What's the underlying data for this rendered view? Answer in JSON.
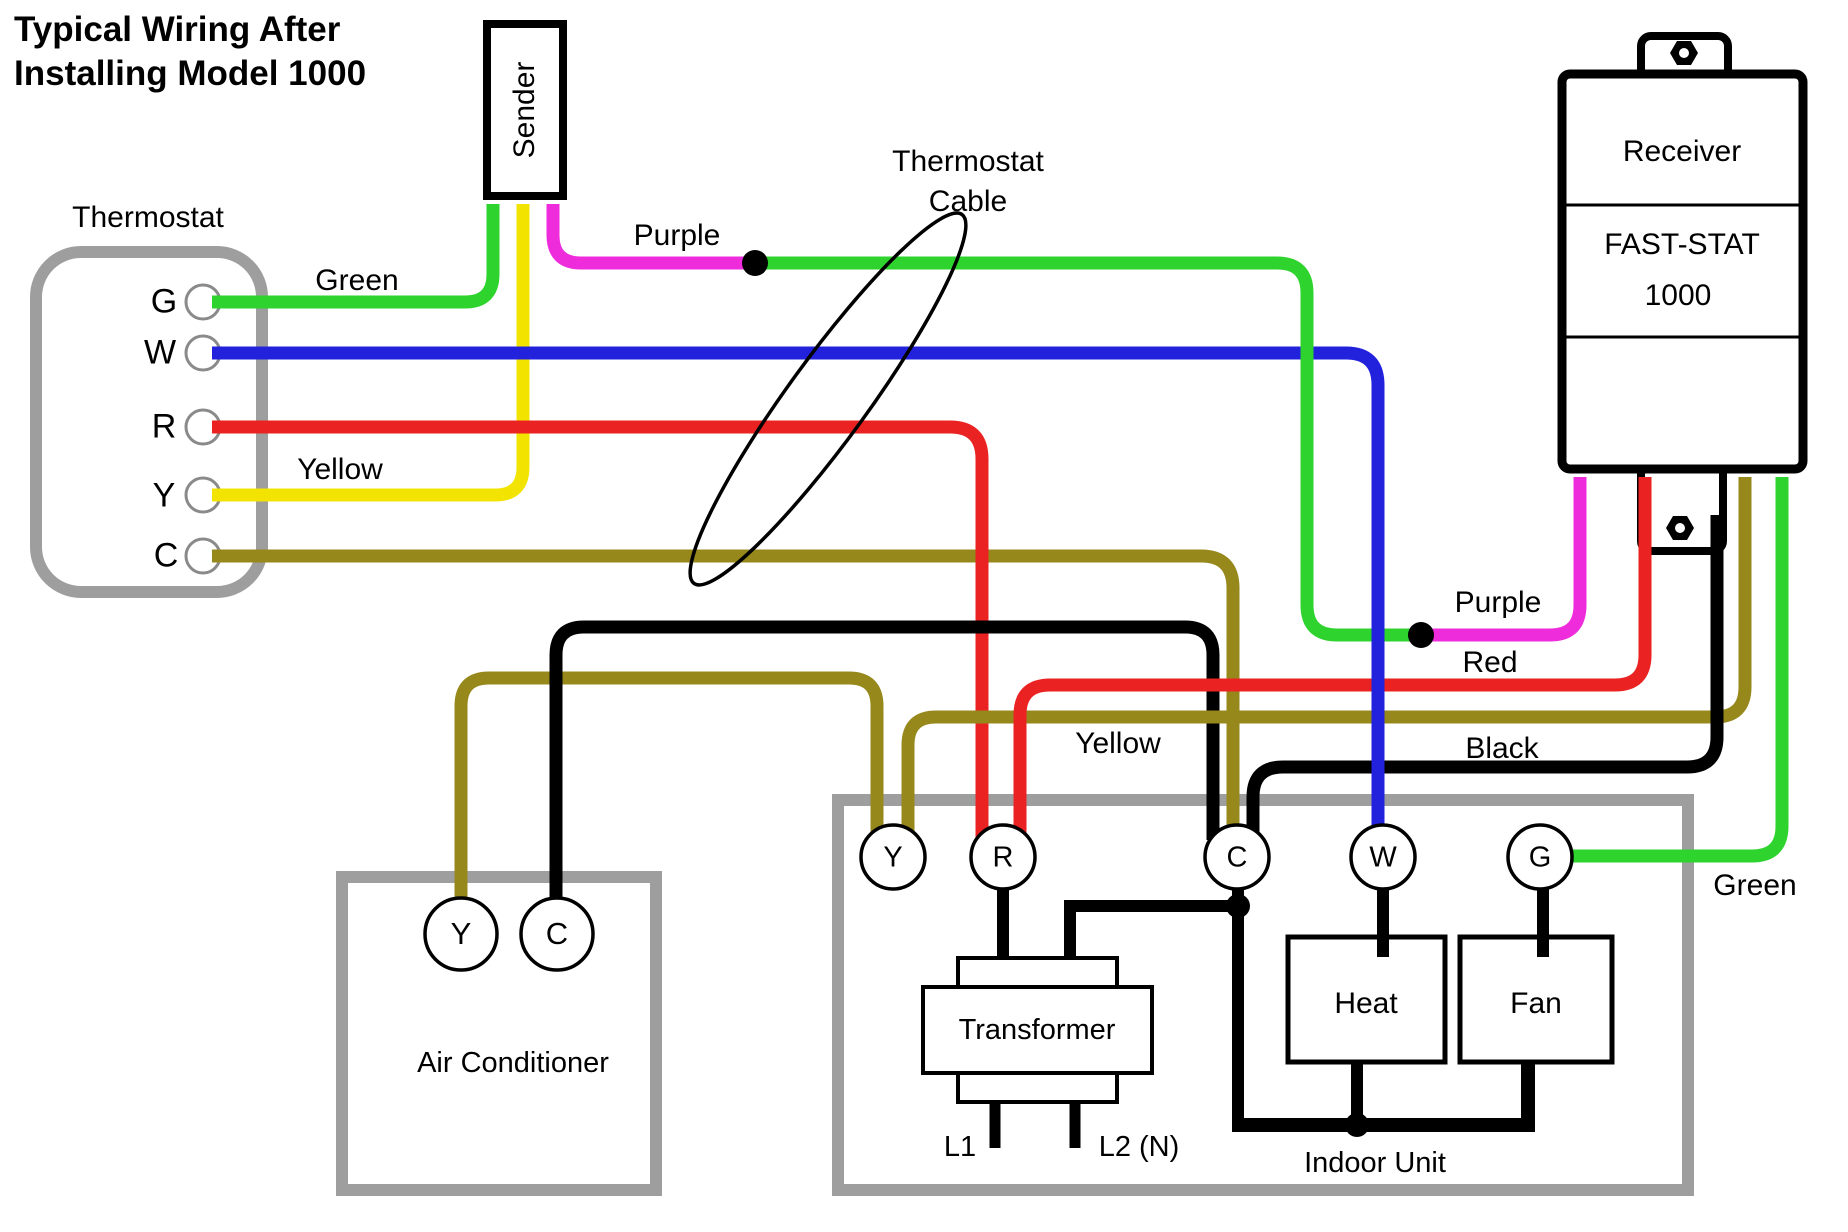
{
  "title": {
    "line1": "Typical Wiring After",
    "line2": "Installing Model 1000"
  },
  "components": {
    "thermostat": {
      "label": "Thermostat",
      "terminals": [
        "G",
        "W",
        "R",
        "Y",
        "C"
      ]
    },
    "sender": {
      "label": "Sender"
    },
    "receiver": {
      "label": "Receiver",
      "brand": "FAST-STAT",
      "model": "1000"
    },
    "air_conditioner": {
      "label": "Air Conditioner",
      "terminals": [
        "Y",
        "C"
      ]
    },
    "indoor_unit": {
      "label": "Indoor Unit",
      "terminals": [
        "Y",
        "R",
        "C",
        "W",
        "G"
      ],
      "transformer": "Transformer",
      "l1": "L1",
      "l2": "L2 (N)",
      "heat": "Heat",
      "fan": "Fan"
    }
  },
  "wire_labels": {
    "green_top": "Green",
    "purple_top": "Purple",
    "cable_line1": "Thermostat",
    "cable_line2": "Cable",
    "yellow_left": "Yellow",
    "purple_right": "Purple",
    "red_right": "Red",
    "yellow_center": "Yellow",
    "black_right": "Black",
    "green_bottom": "Green"
  },
  "colors": {
    "green": "#2ed32e",
    "blue": "#2222dd",
    "red": "#ea2222",
    "yellow": "#f2e400",
    "purple": "#ee2cdc",
    "olive": "#97881c",
    "black": "#000000",
    "box_gray": "#9e9e9e"
  }
}
